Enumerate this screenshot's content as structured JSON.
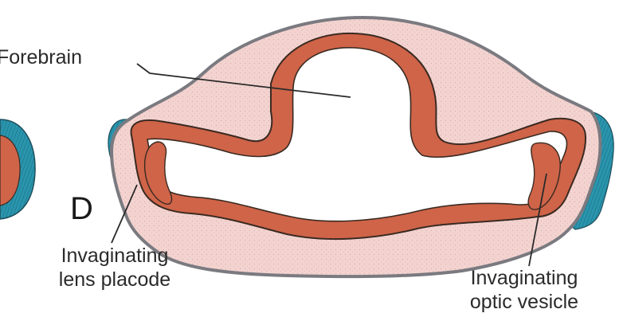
{
  "labels": {
    "forebrain": "Forebrain",
    "panel_letter": "D",
    "lens_line1": "Invaginating",
    "lens_line2": "lens placode",
    "optic_line1": "Invaginating",
    "optic_line2": "optic vesicle"
  },
  "colors": {
    "mesenchyme": "#f3d3d0",
    "neural_tissue": "#cf6448",
    "ectoderm": "#2a95ad",
    "outline": "#3a2a22",
    "lumen": "#ffffff"
  }
}
